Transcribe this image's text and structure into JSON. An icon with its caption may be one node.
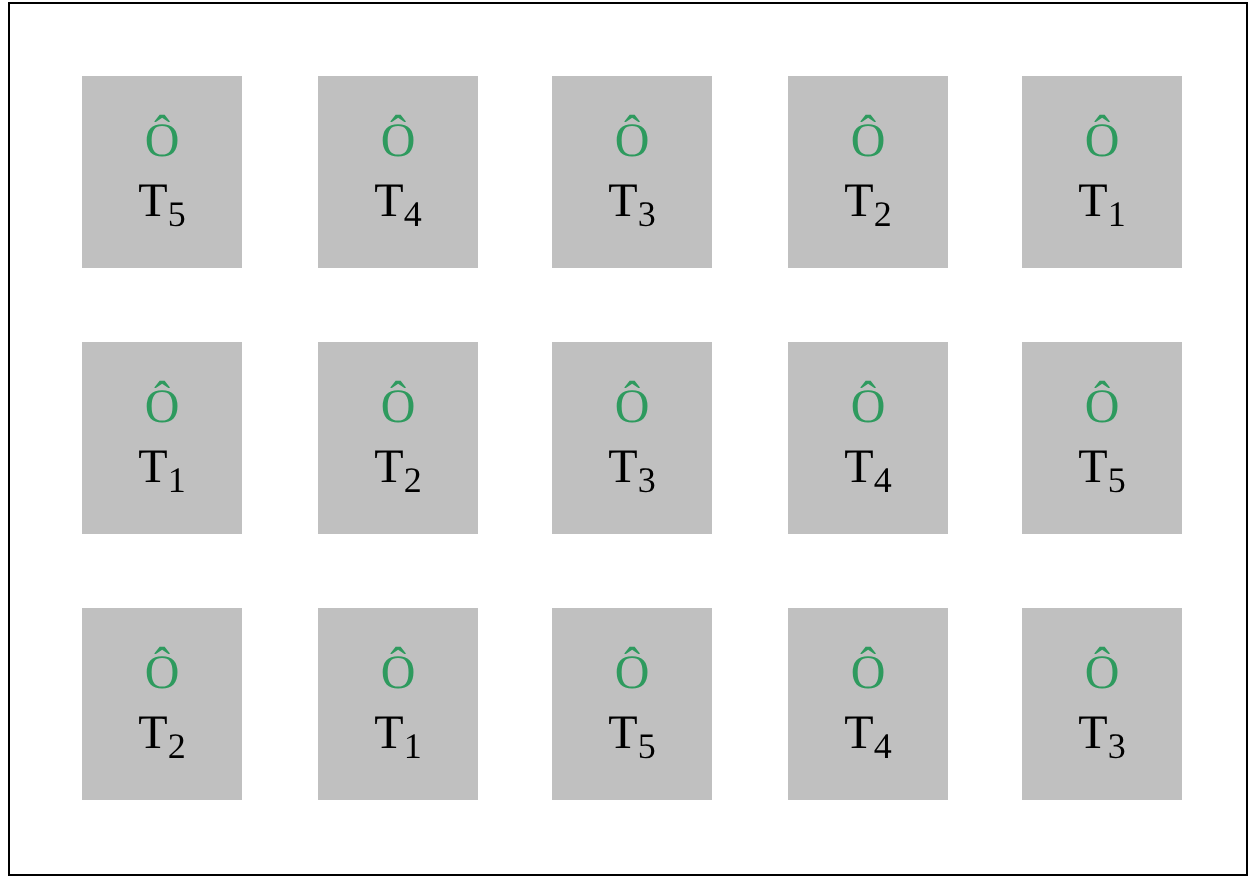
{
  "diagram": {
    "nodes": [
      {
        "text": [
          "Ô",
          "T$_{5}$"
        ]
      },
      {
        "text": [
          "Ô",
          "T$_{4}$"
        ]
      },
      {
        "text": [
          "Ô",
          "T$_{3}$"
        ]
      },
      {
        "text": [
          "Ô",
          "T$_{2}$"
        ]
      },
      {
        "text": [
          "Ô",
          "T$_{1}$"
        ]
      },
      {
        "text": [
          "Ô",
          "T$_{1}$"
        ]
      },
      {
        "text": [
          "Ô",
          "T$_{2}$"
        ]
      },
      {
        "text": [
          "Ô",
          "T$_{3}$"
        ]
      },
      {
        "text": [
          "Ô",
          "T$_{4}$"
        ]
      },
      {
        "text": [
          "Ô",
          "T$_{5}$"
        ]
      },
      {
        "text": [
          "Ô",
          "T$_{2}$"
        ]
      },
      {
        "text": [
          "Ô",
          "T$_{1}$"
        ]
      },
      {
        "text": [
          "Ô",
          "T$_{5}$"
        ]
      },
      {
        "text": [
          "Ô",
          "T$_{4}$"
        ]
      },
      {
        "text": [
          "Ô",
          "T$_{3}$"
        ]
      }
    ]
  }
}
